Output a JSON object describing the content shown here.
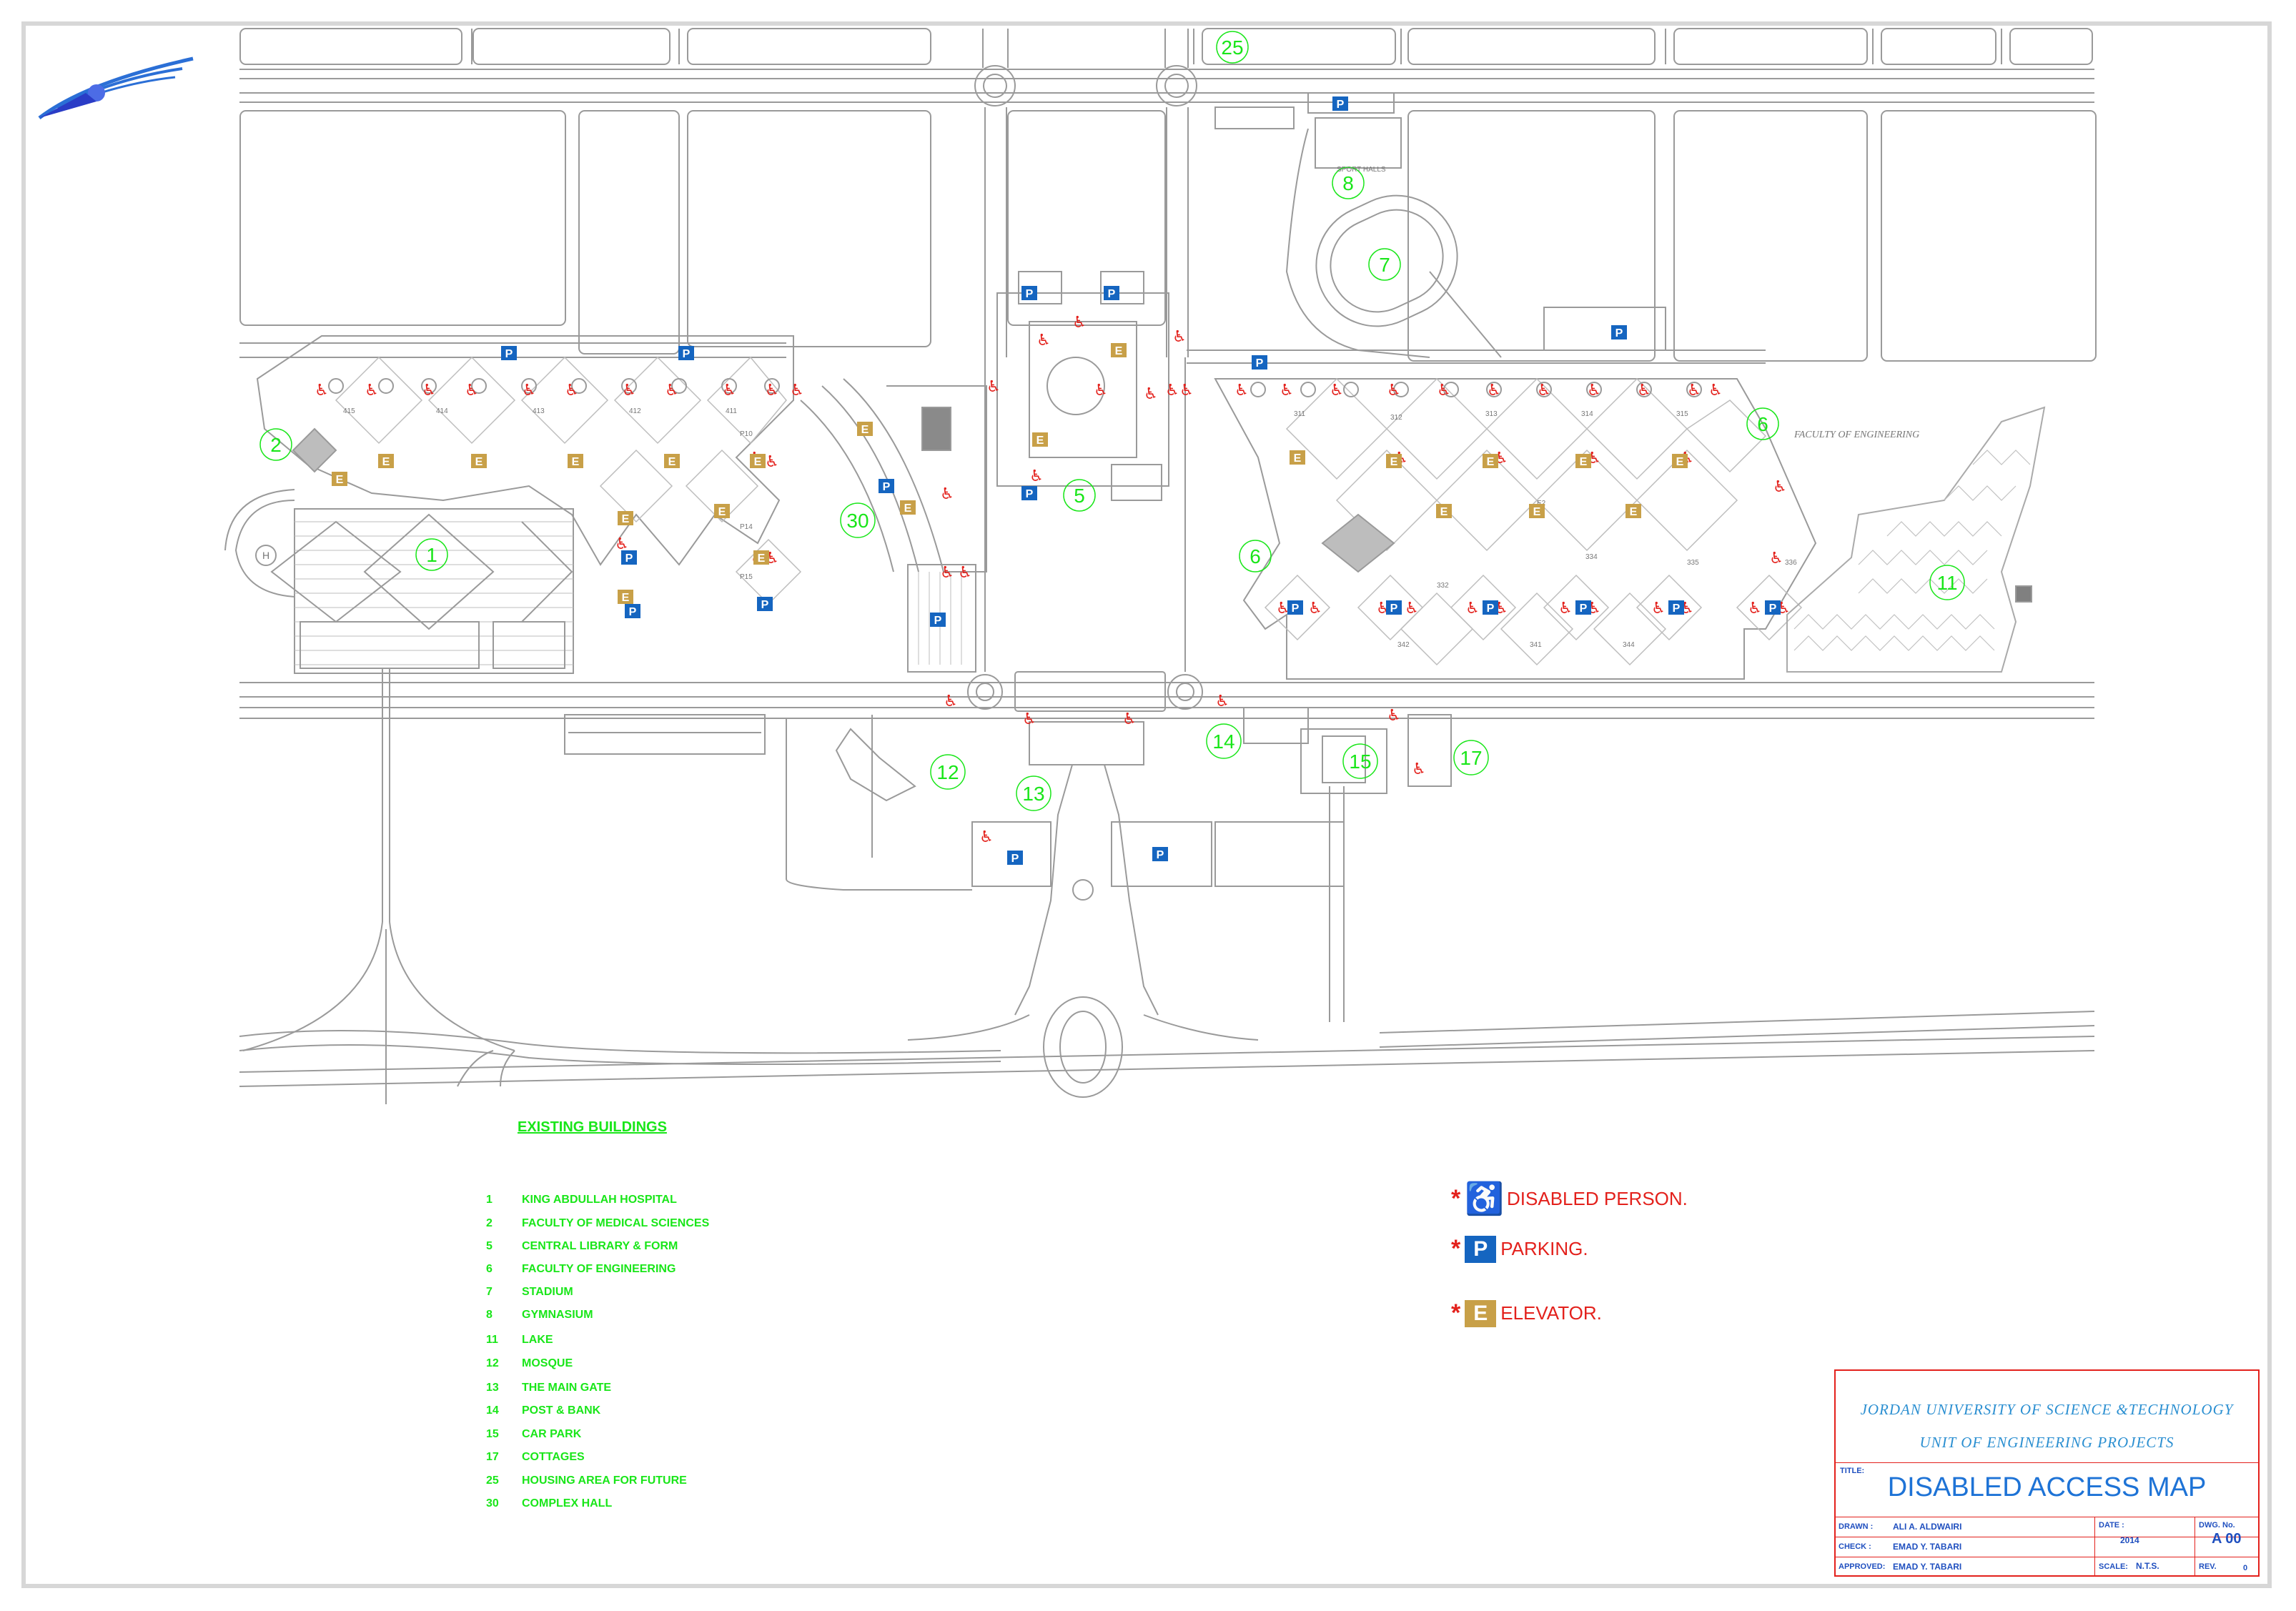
{
  "map": {
    "building_markers": [
      "1",
      "2",
      "5",
      "6",
      "6",
      "7",
      "8",
      "11",
      "12",
      "13",
      "14",
      "15",
      "17",
      "25",
      "30"
    ],
    "small_labels": {
      "sport_halls": "SPORT HALLS",
      "faculty_of_engineering": "FACULTY OF ENGINEERING",
      "helipad": "H",
      "north_blocks": [
        "415",
        "414",
        "413",
        "412",
        "411",
        "P10",
        "P14",
        "P15"
      ],
      "east_blocks": [
        "311",
        "312",
        "313",
        "314",
        "315",
        "E2",
        "332",
        "334",
        "335",
        "336",
        "342",
        "341",
        "344"
      ],
      "parking_symbol": "P",
      "elevator_symbol": "E"
    },
    "colors": {
      "linework": "#9a9a9a",
      "building_labels": "#19e619",
      "disabled_icon": "#e3211c",
      "parking_icon": "#1565c0",
      "elevator_icon": "#c8a048",
      "title_block_border": "#e3211c",
      "title_text": "#1e73d6"
    }
  },
  "legend": {
    "title": "EXISTING BUILDINGS",
    "buildings": [
      {
        "number": "1",
        "name": "KING ABDULLAH HOSPITAL"
      },
      {
        "number": "2",
        "name": "FACULTY OF MEDICAL SCIENCES"
      },
      {
        "number": "5",
        "name": "CENTRAL LIBRARY & FORM"
      },
      {
        "number": "6",
        "name": "FACULTY OF ENGINEERING"
      },
      {
        "number": "7",
        "name": "STADIUM"
      },
      {
        "number": "8",
        "name": "GYMNASIUM"
      },
      {
        "number": "11",
        "name": "LAKE"
      },
      {
        "number": "12",
        "name": "MOSQUE"
      },
      {
        "number": "13",
        "name": "THE MAIN GATE"
      },
      {
        "number": "14",
        "name": "POST & BANK"
      },
      {
        "number": "15",
        "name": "CAR PARK"
      },
      {
        "number": "17",
        "name": "COTTAGES"
      },
      {
        "number": "25",
        "name": "HOUSING AREA FOR FUTURE"
      },
      {
        "number": "30",
        "name": "COMPLEX HALL"
      }
    ]
  },
  "symbols": [
    {
      "star": "*",
      "icon": "disabled-icon",
      "glyph": "♿",
      "label": "DISABLED  PERSON."
    },
    {
      "star": "*",
      "icon": "parking-icon",
      "glyph": "P",
      "label": "PARKING."
    },
    {
      "star": "*",
      "icon": "elevator-icon",
      "glyph": "E",
      "label": "ELEVATOR."
    }
  ],
  "title_block": {
    "university": "JORDAN UNIVERSITY OF SCIENCE &TECHNOLOGY",
    "unit": "UNIT OF ENGINEERING PROJECTS",
    "title_label": "TITLE:",
    "title": "DISABLED ACCESS MAP",
    "drawn_label": "DRAWN :",
    "drawn": "ALI A. ALDWAIRI",
    "check_label": "CHECK :",
    "check": "EMAD Y. TABARI",
    "approved_label": "APPROVED:",
    "approved": "EMAD Y. TABARI",
    "date_label": "DATE :",
    "date": "2014",
    "scale_label": "SCALE:",
    "scale": "N.T.S.",
    "dwg_label": "DWG. No.",
    "dwg": "A 00",
    "rev_label": "REV.",
    "rev": "0"
  }
}
